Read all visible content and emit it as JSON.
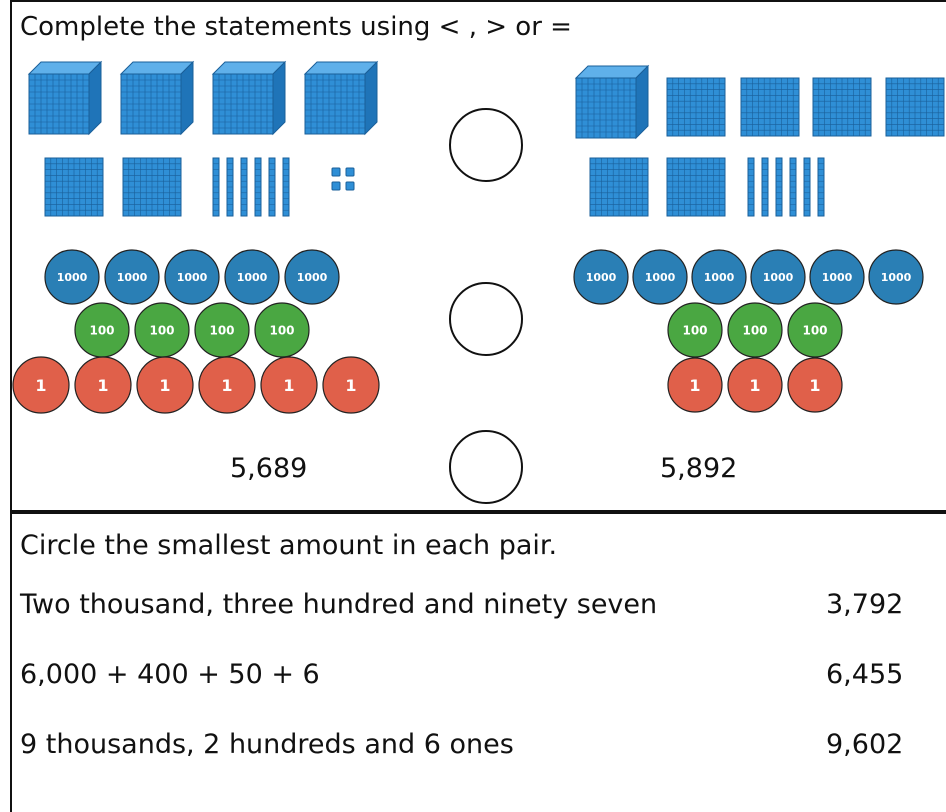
{
  "part1": {
    "instruction": "Complete the statements using < , > or =",
    "row1": {
      "left": {
        "thousands": 4,
        "hundreds": 2,
        "tens": 6,
        "ones": 4
      },
      "right": {
        "thousands": 1,
        "hundreds": 6,
        "tens": 6,
        "ones": 0
      }
    },
    "row2": {
      "left": {
        "thousand_label": "1000",
        "thousand_count": 5,
        "hundred_label": "100",
        "hundred_count": 4,
        "one_label": "1",
        "one_count": 6
      },
      "right": {
        "thousand_label": "1000",
        "thousand_count": 6,
        "hundred_label": "100",
        "hundred_count": 3,
        "one_label": "1",
        "one_count": 3
      }
    },
    "row3": {
      "left_number": "5,689",
      "right_number": "5,892"
    }
  },
  "part2": {
    "instruction": "Circle the smallest amount in each pair.",
    "pairs": [
      {
        "left": "Two thousand, three hundred and ninety seven",
        "right": "3,792"
      },
      {
        "left": "6,000 + 400 + 50 + 6",
        "right": "6,455"
      },
      {
        "left": "9 thousands, 2 hundreds and 6 ones",
        "right": "9,602"
      }
    ]
  },
  "colors": {
    "block": "#2f8fd6",
    "block_dark": "#1a5f99",
    "thousand_counter": "#2a7fb5",
    "hundred_counter": "#4aa742",
    "one_counter": "#e0604a"
  }
}
